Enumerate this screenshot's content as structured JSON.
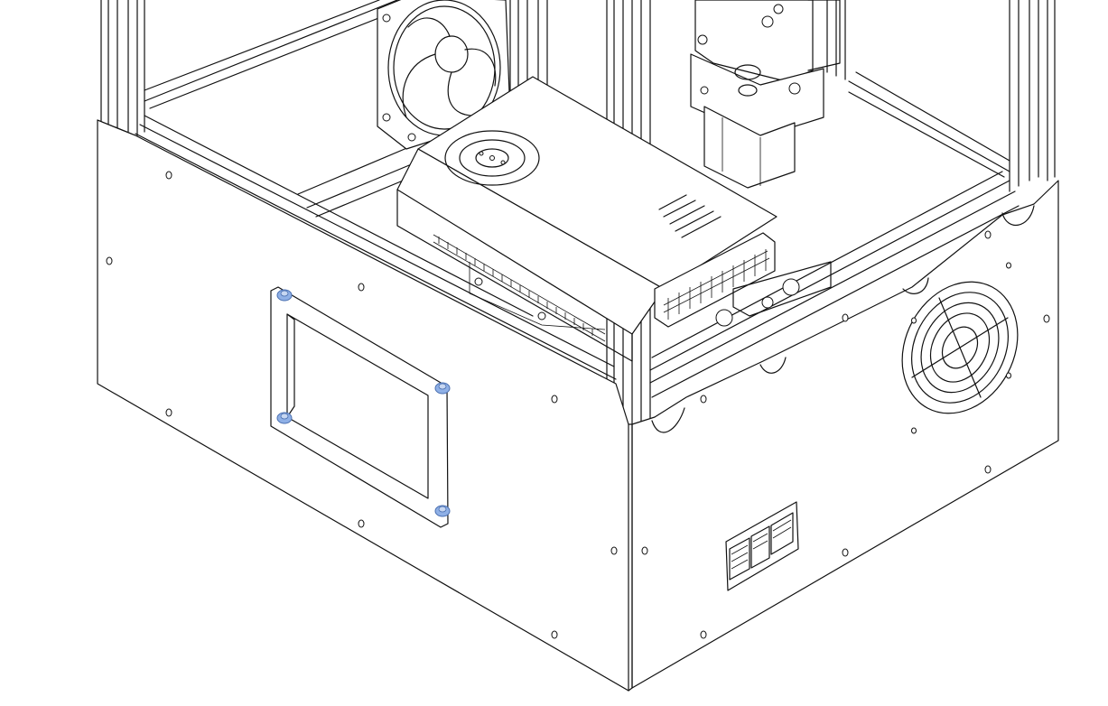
{
  "viewer": {
    "background": "#ffffff",
    "line_color": "#111111",
    "highlight_color": "#8fb0e6"
  },
  "model": {
    "components": [
      {
        "name": "enclosure-base",
        "icon": "box-icon"
      },
      {
        "name": "aluminum-extrusion-frame",
        "icon": "frame-icon"
      },
      {
        "name": "cooling-fan-upper",
        "icon": "fan-icon"
      },
      {
        "name": "power-supply-unit",
        "icon": "psu-icon"
      },
      {
        "name": "terminal-block",
        "icon": "terminal-icon"
      },
      {
        "name": "extruder-assembly",
        "icon": "motor-icon"
      },
      {
        "name": "display-panel",
        "icon": "display-icon"
      },
      {
        "name": "display-screws",
        "icon": "screw-icon",
        "highlighted": true
      },
      {
        "name": "side-fan-grille",
        "icon": "fan-grille-icon"
      },
      {
        "name": "io-port-panel",
        "icon": "port-icon"
      }
    ]
  }
}
